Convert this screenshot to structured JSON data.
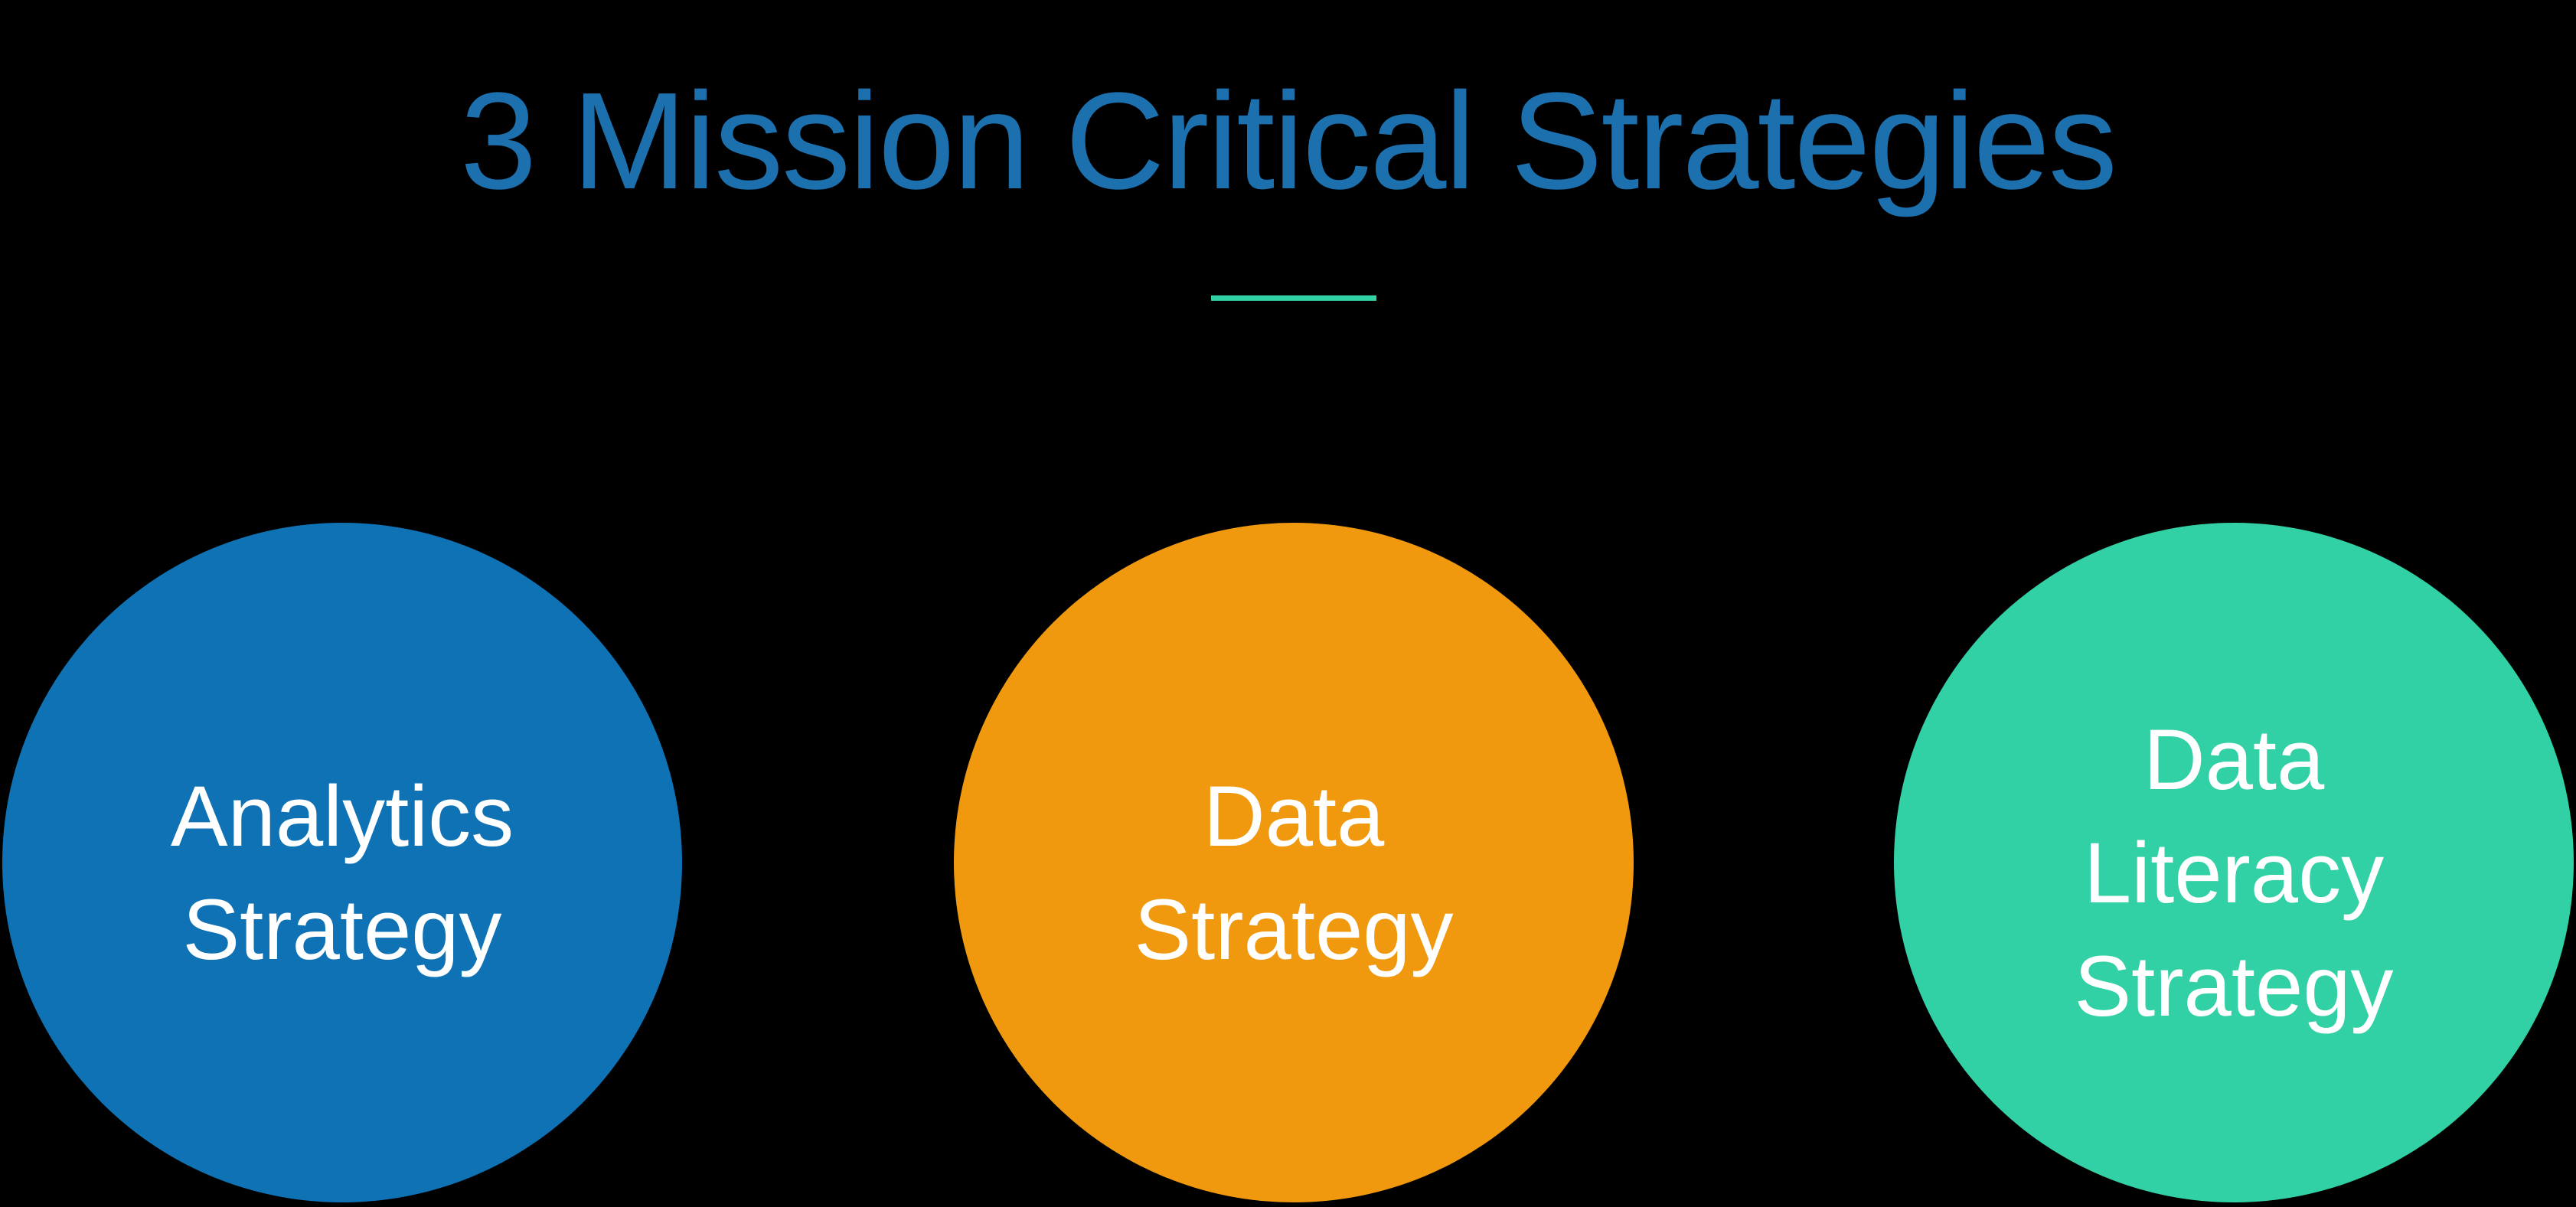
{
  "slide": {
    "title": "3 Mission Critical Strategies",
    "title_color": "#1C70AE",
    "background_color": "#000000",
    "divider_color": "#32D0A5"
  },
  "circles": [
    {
      "label": "Analytics Strategy",
      "lines": [
        "Analytics",
        "Strategy"
      ],
      "color": "#0E72B5",
      "text_color": "#FFFFFF"
    },
    {
      "label": "Data Strategy",
      "lines": [
        "Data",
        "Strategy"
      ],
      "color": "#F0990F",
      "text_color": "#FFFFFF"
    },
    {
      "label": "Data Literacy Strategy",
      "lines": [
        "Data",
        "Literacy",
        "Strategy"
      ],
      "color": "#32D0A5",
      "text_color": "#FFFFFF"
    }
  ]
}
